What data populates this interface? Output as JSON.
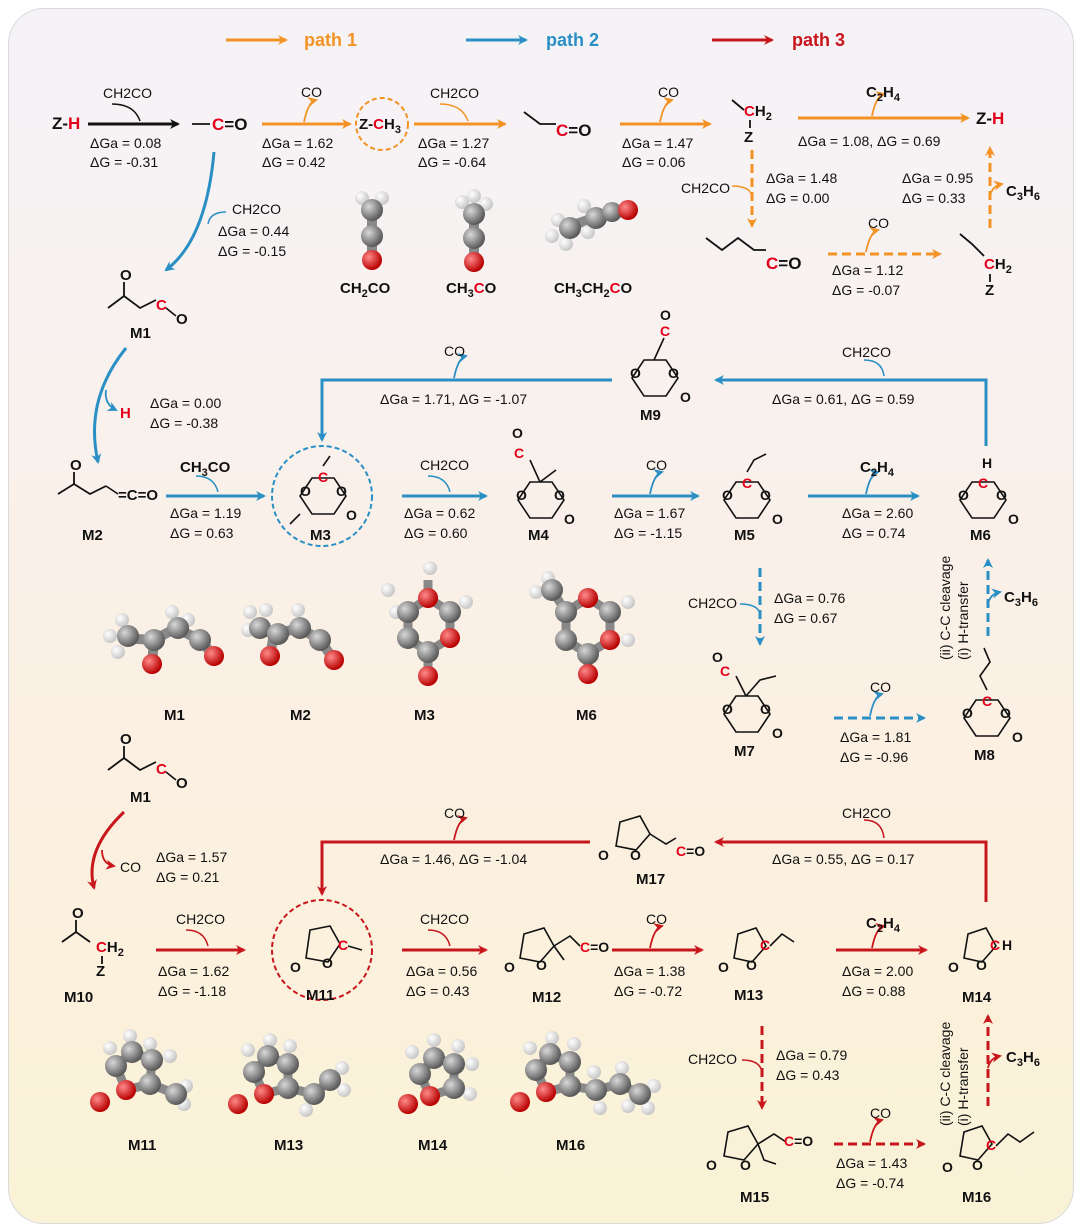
{
  "legend": {
    "path1": "path 1",
    "path2": "path 2",
    "path3": "path 3"
  },
  "colors": {
    "path1": "#f39325",
    "path2": "#2a8fc4",
    "path3": "#c8161d",
    "ink": "#111111",
    "red": "#e3001b"
  },
  "species": {
    "zh": "Z-H",
    "zch3": "Z-CH3",
    "ch2co": "CH2CO",
    "co": "CO",
    "h": "H",
    "c2h4": "C2H4",
    "c3h6": "C3H6",
    "ch3co": "CH3CO",
    "ch2co_mol": "CH2CO",
    "ch3co_mol": "CH3CO",
    "ch3ch2co_mol": "CH3CH2CO",
    "z": "Z"
  },
  "labels": {
    "M1": "M1",
    "M2": "M2",
    "M3": "M3",
    "M4": "M4",
    "M5": "M5",
    "M6": "M6",
    "M7": "M7",
    "M8": "M8",
    "M9": "M9",
    "M10": "M10",
    "M11": "M11",
    "M12": "M12",
    "M13": "M13",
    "M14": "M14",
    "M15": "M15",
    "M16": "M16",
    "M17": "M17"
  },
  "energies": {
    "e1a": "ΔGa = 0.08",
    "e1b": "ΔG = -0.31",
    "e2a": "ΔGa = 1.62",
    "e2b": "ΔG = 0.42",
    "e3a": "ΔGa = 1.27",
    "e3b": "ΔG = -0.64",
    "e4a": "ΔGa = 1.47",
    "e4b": "ΔG = 0.06",
    "e5": "ΔGa = 1.08, ΔG = 0.69",
    "e6a": "ΔGa = 1.48",
    "e6b": "ΔG = 0.00",
    "e7a": "ΔGa = 0.95",
    "e7b": "ΔG = 0.33",
    "e8a": "ΔGa = 1.12",
    "e8b": "ΔG = -0.07",
    "e9a": "ΔGa = 0.44",
    "e9b": "ΔG = -0.15",
    "e10a": "ΔGa = 0.00",
    "e10b": "ΔG = -0.38",
    "e11": "ΔGa = 1.71, ΔG = -1.07",
    "e12": "ΔGa = 0.61, ΔG = 0.59",
    "e13a": "ΔGa = 1.19",
    "e13b": "ΔG = 0.63",
    "e14a": "ΔGa = 0.62",
    "e14b": "ΔG = 0.60",
    "e15a": "ΔGa = 1.67",
    "e15b": "ΔG = -1.15",
    "e16a": "ΔGa = 2.60",
    "e16b": "ΔG = 0.74",
    "e17a": "ΔGa = 0.76",
    "e17b": "ΔG = 0.67",
    "e18a": "ΔGa = 1.81",
    "e18b": "ΔG = -0.96",
    "e19a": "ΔGa = 1.57",
    "e19b": "ΔG = 0.21",
    "e20": "ΔGa = 1.46, ΔG = -1.04",
    "e21": "ΔGa = 0.55, ΔG = 0.17",
    "e22a": "ΔGa = 1.62",
    "e22b": "ΔG = -1.18",
    "e23a": "ΔGa = 0.56",
    "e23b": "ΔG = 0.43",
    "e24a": "ΔGa = 1.38",
    "e24b": "ΔG = -0.72",
    "e25a": "ΔGa = 2.00",
    "e25b": "ΔG = 0.88",
    "e26a": "ΔGa = 0.79",
    "e26b": "ΔG = 0.43",
    "e27a": "ΔGa = 1.43",
    "e27b": "ΔG = -0.74"
  },
  "steps": {
    "cc_cleavage": "(ii) C-C cleavage",
    "h_transfer": "(i) H-transfer"
  }
}
